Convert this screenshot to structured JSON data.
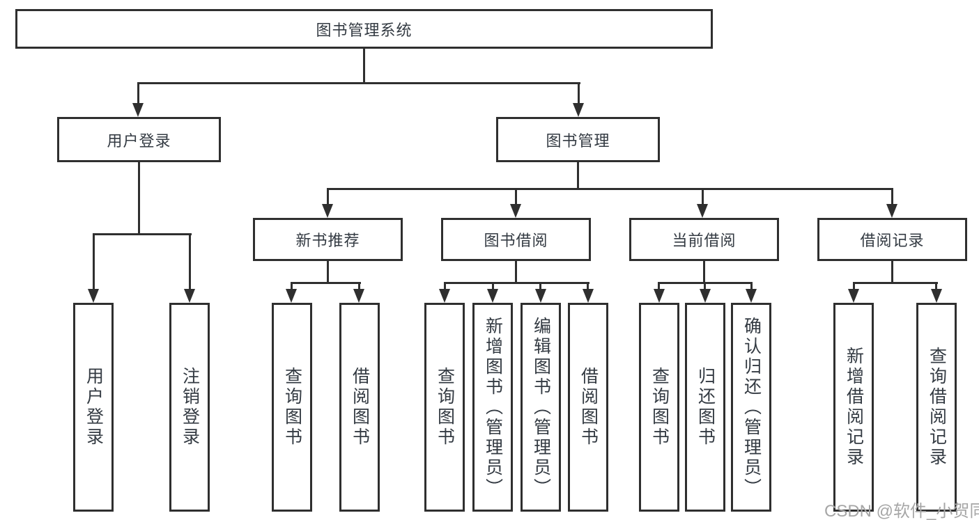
{
  "diagram": {
    "root": {
      "label": "图书管理系统"
    },
    "level2": {
      "user_login": {
        "label": "用户登录"
      },
      "book_mgmt": {
        "label": "图书管理"
      }
    },
    "level3": {
      "new_book_rec": {
        "label": "新书推荐"
      },
      "book_borrow": {
        "label": "图书借阅"
      },
      "current_borrow": {
        "label": "当前借阅"
      },
      "borrow_records": {
        "label": "借阅记录"
      }
    },
    "leaves": {
      "user_login": {
        "label": "用户登录"
      },
      "logout": {
        "label": "注销登录"
      },
      "rec_query_book": {
        "label": "查询图书"
      },
      "rec_borrow_book": {
        "label": "借阅图书"
      },
      "bor_query_book": {
        "label": "查询图书"
      },
      "bor_add_book": {
        "label": "新增图书（管理员）"
      },
      "bor_edit_book": {
        "label": "编辑图书（管理员）"
      },
      "bor_borrow_book": {
        "label": "借阅图书"
      },
      "cur_query_book": {
        "label": "查询图书"
      },
      "cur_return_book": {
        "label": "归还图书"
      },
      "cur_confirm_return": {
        "label": "确认归还（管理员）"
      },
      "log_add_record": {
        "label": "新增借阅记录"
      },
      "log_query_record": {
        "label": "查询借阅记录"
      }
    },
    "watermark": "CSDN @软件_小贺同学",
    "colors": {
      "line": "#2f2f2f",
      "text": "#333a42",
      "watermark": "#a6a6a6"
    }
  }
}
